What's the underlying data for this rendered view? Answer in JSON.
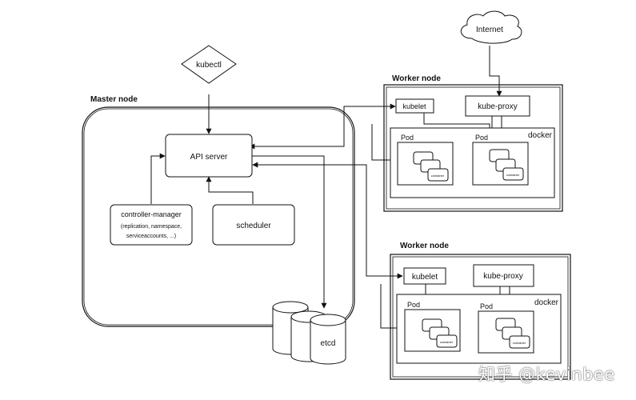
{
  "master": {
    "title": "Master node",
    "api_server": "API server",
    "controller_manager": {
      "title": "controller-manager",
      "line1": "(replication, namespace,",
      "line2": "serviceaccounts, ...)"
    },
    "scheduler": "scheduler"
  },
  "kubectl": "kubectl",
  "etcd": "etcd",
  "internet": "Internet",
  "workers": [
    {
      "title": "Worker node",
      "kubelet": "kubelet",
      "kube_proxy": "kube-proxy",
      "docker": "docker",
      "pods": [
        {
          "label": "Pod",
          "container_label": "container"
        },
        {
          "label": "Pod",
          "container_label": "container"
        }
      ]
    },
    {
      "title": "Worker node",
      "kubelet": "kubelet",
      "kube_proxy": "kube-proxy",
      "docker": "docker",
      "pods": [
        {
          "label": "Pod",
          "container_label": "container"
        },
        {
          "label": "Pod",
          "container_label": "container"
        }
      ]
    }
  ],
  "watermark": "知乎 @kevinbee"
}
